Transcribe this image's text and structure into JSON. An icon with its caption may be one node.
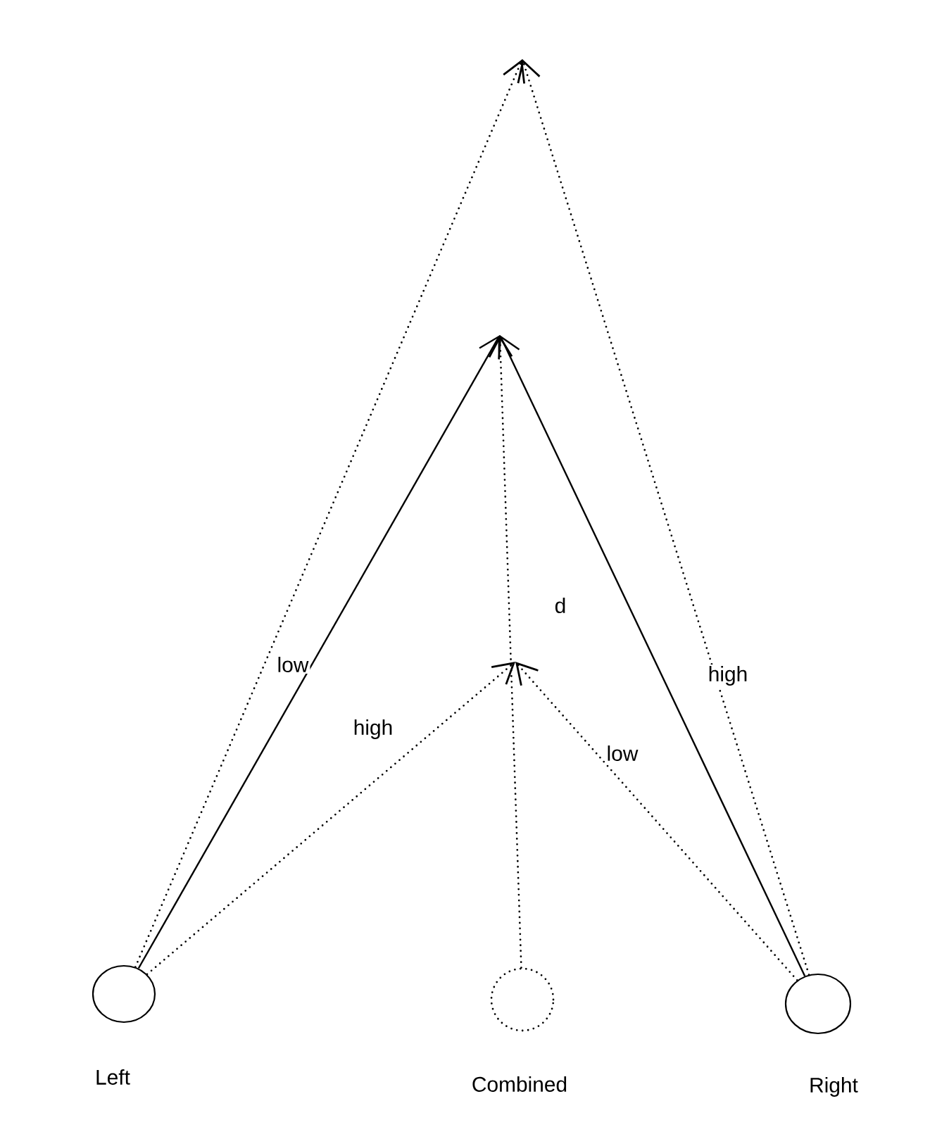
{
  "diagram": {
    "nodes": [
      {
        "text": [
          "Left"
        ]
      },
      {
        "text": [
          "Combined"
        ]
      },
      {
        "text": [
          "Right"
        ]
      }
    ],
    "edges": [
      {
        "from": 0,
        "to": null,
        "arrow": "to",
        "label": "low"
      },
      {
        "from": 2,
        "to": null,
        "arrow": "to"
      },
      {
        "from": 0,
        "to": null,
        "arrow": "to",
        "style": "dashed"
      },
      {
        "from": 2,
        "to": null,
        "arrow": "to",
        "style": "dashed",
        "label": "high"
      },
      {
        "from": 0,
        "to": null,
        "arrow": "to",
        "style": "dashed",
        "label": "high"
      },
      {
        "from": 2,
        "to": null,
        "arrow": "to",
        "style": "dashed",
        "label": "low"
      },
      {
        "from": 1,
        "to": null,
        "arrow": "to",
        "style": "dashed",
        "label": "d"
      }
    ]
  }
}
